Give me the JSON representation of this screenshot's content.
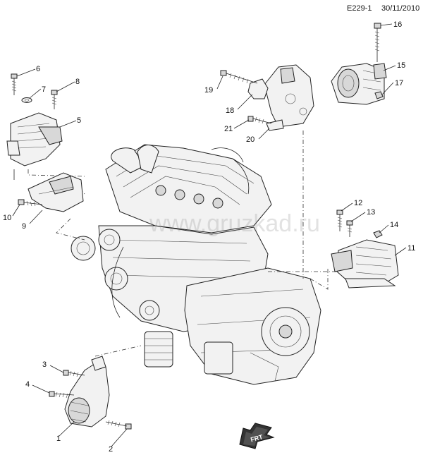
{
  "header": {
    "code": "E229-1",
    "date": "30/11/2010"
  },
  "watermark": "www.gruzkad.ru",
  "callouts": [
    "1",
    "2",
    "3",
    "4",
    "5",
    "6",
    "7",
    "8",
    "9",
    "10",
    "11",
    "12",
    "13",
    "14",
    "15",
    "16",
    "17",
    "18",
    "19",
    "20",
    "21"
  ],
  "frt_label": "FRT"
}
